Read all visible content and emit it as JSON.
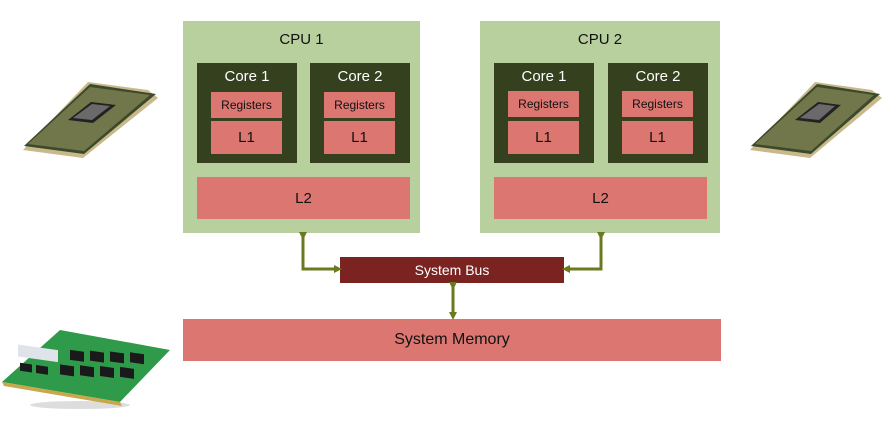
{
  "cpus": [
    {
      "label": "CPU 1",
      "cores": [
        {
          "label": "Core 1",
          "registers": "Registers",
          "l1": "L1"
        },
        {
          "label": "Core 2",
          "registers": "Registers",
          "l1": "L1"
        }
      ],
      "l2": "L2"
    },
    {
      "label": "CPU 2",
      "cores": [
        {
          "label": "Core 1",
          "registers": "Registers",
          "l1": "L1"
        },
        {
          "label": "Core 2",
          "registers": "Registers",
          "l1": "L1"
        }
      ],
      "l2": "L2"
    }
  ],
  "system_bus": "System Bus",
  "system_memory": "System Memory",
  "images": {
    "left_cpu": "cpu-chip-image",
    "right_cpu": "cpu-chip-image",
    "ram": "ram-module-image"
  },
  "colors": {
    "cpu_bg": "#b8cf9e",
    "core_bg": "#35401f",
    "cache_bg": "#db7671",
    "bus_bg": "#7b2320",
    "arrow": "#6b7a1f"
  }
}
